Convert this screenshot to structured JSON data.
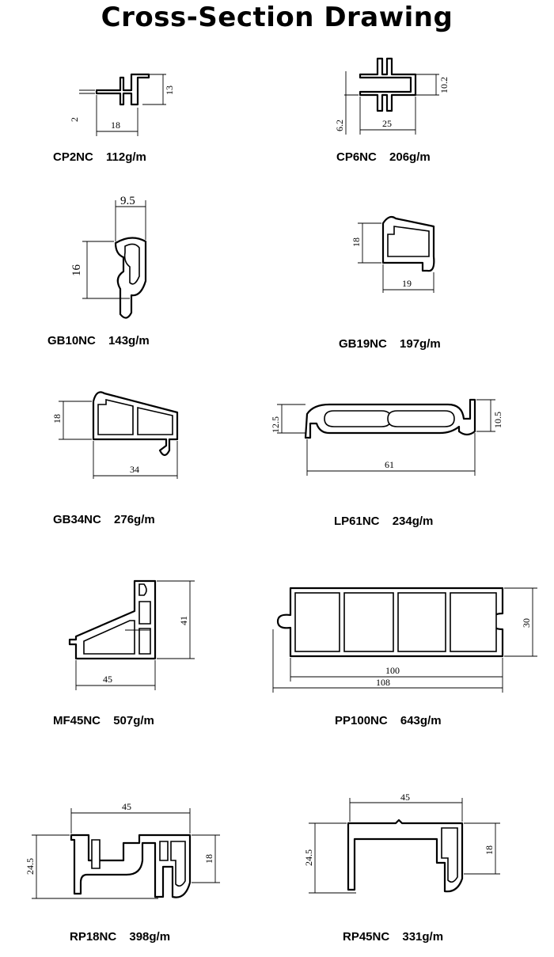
{
  "title": "Cross-Section Drawing",
  "profiles": [
    {
      "code": "CP2NC",
      "weight": "112g/m",
      "dims": {
        "width": "18",
        "height": "13",
        "thickness": "2"
      }
    },
    {
      "code": "CP6NC",
      "weight": "206g/m",
      "dims": {
        "width": "25",
        "height": "10.2",
        "side": "6.2"
      }
    },
    {
      "code": "GB10NC",
      "weight": "143g/m",
      "dims": {
        "width": "9.5",
        "height": "16"
      }
    },
    {
      "code": "GB19NC",
      "weight": "197g/m",
      "dims": {
        "width": "19",
        "height": "18"
      }
    },
    {
      "code": "GB34NC",
      "weight": "276g/m",
      "dims": {
        "width": "34",
        "height": "18"
      }
    },
    {
      "code": "LP61NC",
      "weight": "234g/m",
      "dims": {
        "width": "61",
        "left": "12.5",
        "right": "10.5"
      }
    },
    {
      "code": "MF45NC",
      "weight": "507g/m",
      "dims": {
        "width": "45",
        "height": "41"
      }
    },
    {
      "code": "PP100NC",
      "weight": "643g/m",
      "dims": {
        "inner": "100",
        "outer": "108",
        "height": "30"
      }
    },
    {
      "code": "RP18NC",
      "weight": "398g/m",
      "dims": {
        "width": "45",
        "height": "24.5",
        "inner": "18"
      }
    },
    {
      "code": "RP45NC",
      "weight": "331g/m",
      "dims": {
        "width": "45",
        "height": "24.5",
        "inner": "18"
      }
    }
  ]
}
